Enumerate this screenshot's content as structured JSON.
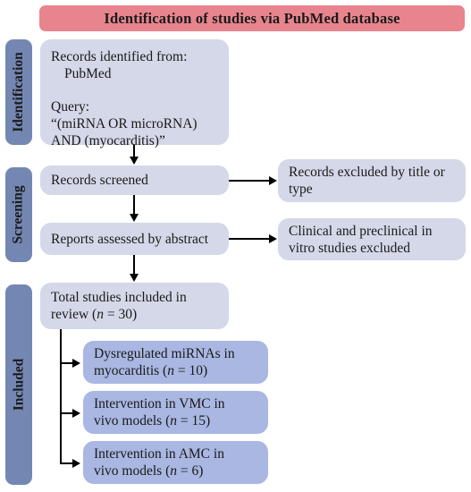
{
  "title": "Identification of studies via PubMed database",
  "phases": {
    "identification": "Identification",
    "screening": "Screening",
    "included": "Included"
  },
  "boxes": {
    "records_identified": {
      "line1": "Records identified from:",
      "line2": "PubMed",
      "line3": "Query:",
      "line4": "“(miRNA OR microRNA)",
      "line5": "AND (myocarditis)”"
    },
    "records_screened": "Records screened",
    "records_excluded": {
      "line1": "Records excluded by title or",
      "line2": "type"
    },
    "reports_assessed": "Reports assessed by abstract",
    "clinical_excluded": {
      "line1": "Clinical and preclinical in",
      "line2": "vitro studies excluded"
    },
    "total_included": {
      "line1": "Total studies included in",
      "line2_pre": "review (",
      "n_symbol": "n",
      "line2_post": " = 30)"
    },
    "dysregulated": {
      "line1": "Dysregulated miRNAs in",
      "line2_pre": "myocarditis (",
      "n_symbol": "n",
      "line2_post": " = 10)"
    },
    "vmc": {
      "line1": "Intervention in VMC in",
      "line2_pre": "vivo models (",
      "n_symbol": "n",
      "line2_post": " = 15)"
    },
    "amc": {
      "line1": "Intervention in AMC in",
      "line2_pre": "vivo models (",
      "n_symbol": "n",
      "line2_post": " = 6)"
    }
  },
  "colors": {
    "title_bg": "#e8848d",
    "phase_bg": "#7487b3",
    "box_bg": "#d4d8e8",
    "sub_box_bg": "#a9b7e2"
  }
}
